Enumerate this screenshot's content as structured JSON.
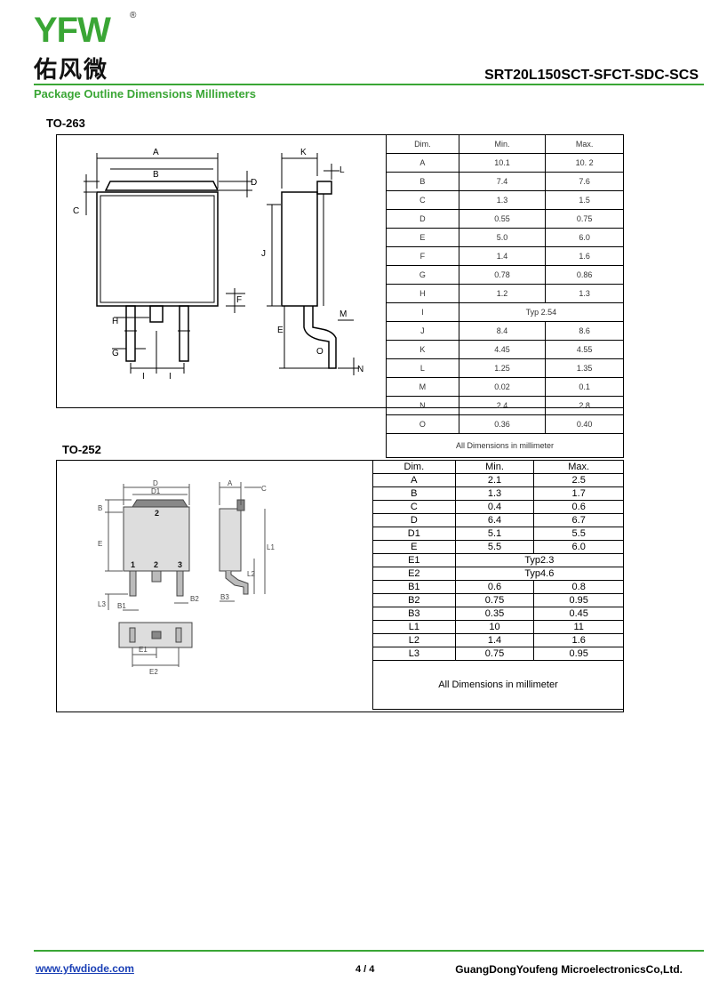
{
  "header": {
    "logo": {
      "latin": "YFW",
      "chinese": "佑风微",
      "registered": "®"
    },
    "part_number": "SRT20L150SCT-SFCT-SDC-SCS",
    "subtitle": "Package Outline Dimensions Millimeters"
  },
  "colors": {
    "brand_green": "#3aa635",
    "link_blue": "#1a3fb5"
  },
  "to263": {
    "label": "TO-263",
    "drawing_labels": [
      "A",
      "B",
      "C",
      "D",
      "J",
      "F",
      "H",
      "G",
      "I",
      "I",
      "K",
      "L",
      "M",
      "E",
      "O",
      "N"
    ],
    "table": {
      "headers": [
        "Dim.",
        "Min.",
        "Max."
      ],
      "rows": [
        [
          "A",
          "10.1",
          "10. 2"
        ],
        [
          "B",
          "7.4",
          "7.6"
        ],
        [
          "C",
          "1.3",
          "1.5"
        ],
        [
          "D",
          "0.55",
          "0.75"
        ],
        [
          "E",
          "5.0",
          "6.0"
        ],
        [
          "F",
          "1.4",
          "1.6"
        ],
        [
          "G",
          "0.78",
          "0.86"
        ],
        [
          "H",
          "1.2",
          "1.3"
        ],
        [
          "I",
          "Typ 2.54"
        ],
        [
          "J",
          "8.4",
          "8.6"
        ],
        [
          "K",
          "4.45",
          "4.55"
        ],
        [
          "L",
          "1.25",
          "1.35"
        ],
        [
          "M",
          "0.02",
          "0.1"
        ],
        [
          "N",
          "2.4",
          "2.8"
        ],
        [
          "O",
          "0.36",
          "0.40"
        ]
      ],
      "note": "All Dimensions in millimeter"
    }
  },
  "to252": {
    "label": "TO-252",
    "drawing_labels": [
      "D",
      "D1",
      "A",
      "C",
      "B",
      "E",
      "2",
      "1",
      "2",
      "3",
      "L1",
      "L2",
      "L3",
      "B1",
      "B2",
      "B3",
      "E1",
      "E2"
    ],
    "table": {
      "headers": [
        "Dim.",
        "Min.",
        "Max."
      ],
      "rows": [
        [
          "A",
          "2.1",
          "2.5"
        ],
        [
          "B",
          "1.3",
          "1.7"
        ],
        [
          "C",
          "0.4",
          "0.6"
        ],
        [
          "D",
          "6.4",
          "6.7"
        ],
        [
          "D1",
          "5.1",
          "5.5"
        ],
        [
          "E",
          "5.5",
          "6.0"
        ],
        [
          "E1",
          "Typ2.3"
        ],
        [
          "E2",
          "Typ4.6"
        ],
        [
          "B1",
          "0.6",
          "0.8"
        ],
        [
          "B2",
          "0.75",
          "0.95"
        ],
        [
          "B3",
          "0.35",
          "0.45"
        ],
        [
          "L1",
          "10",
          "11"
        ],
        [
          "L2",
          "1.4",
          "1.6"
        ],
        [
          "L3",
          "0.75",
          "0.95"
        ]
      ],
      "note": "All Dimensions in millimeter"
    }
  },
  "footer": {
    "website": "www.yfwdiode.com",
    "page": "4 / 4",
    "company": "GuangDongYoufeng MicroelectronicsCo,Ltd."
  }
}
